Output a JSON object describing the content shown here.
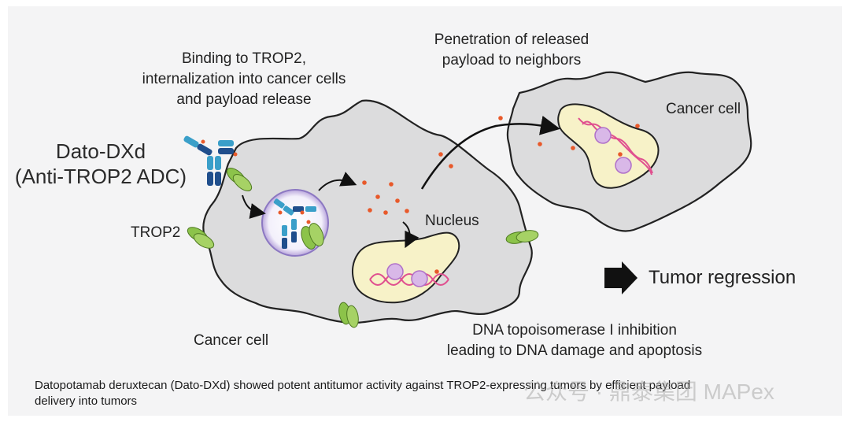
{
  "labels": {
    "binding": [
      "Binding to TROP2,",
      "internalization into cancer cells",
      "and payload release"
    ],
    "penetration": [
      "Penetration of released",
      "payload to neighbors"
    ],
    "drug_name": [
      "Dato-DXd",
      "(Anti-TROP2 ADC)"
    ],
    "trop2": "TROP2",
    "nucleus": "Nucleus",
    "cancer_cell_left": "Cancer cell",
    "cancer_cell_right": "Cancer cell",
    "tumor_regression": "Tumor regression",
    "dna_inhibition": [
      "DNA topoisomerase I inhibition",
      "leading to DNA damage and apoptosis"
    ]
  },
  "caption": [
    "Datopotamab deruxtecan (Dato-DXd) showed potent antitumor activity against TROP2-expressing tumors by efficient payload",
    "delivery into tumors"
  ],
  "watermark": "公众号 · 鼎泰集团 MAPex",
  "colors": {
    "cell_fill": "#dcdcdd",
    "nucleus_fill": "#f7f2c8",
    "trop2_green": "#8cc34a",
    "antibody_blue": "#3a9fc9",
    "antibody_dark": "#1f4e8c",
    "payload_orange": "#e8592a",
    "dna_pink": "#e0508f"
  }
}
